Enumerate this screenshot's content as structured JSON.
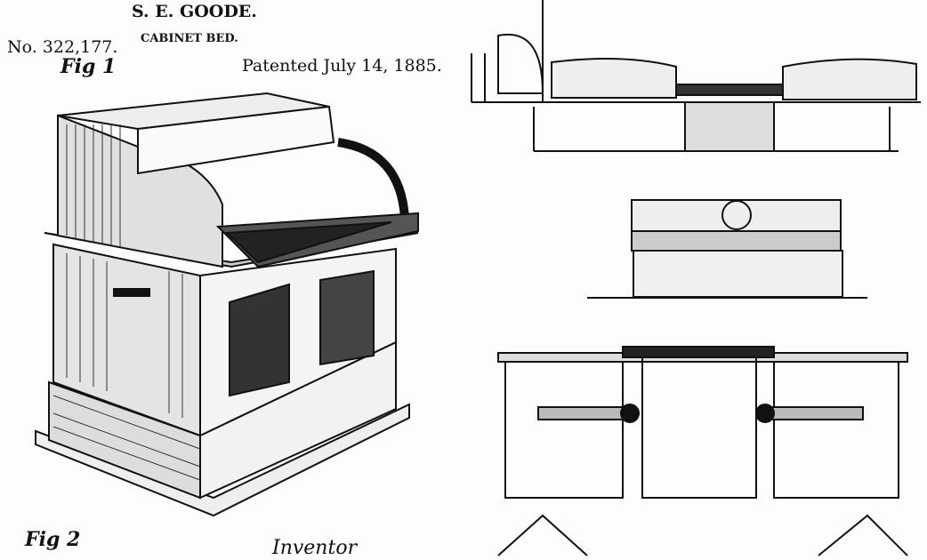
{
  "header": {
    "inventor": "S. E. GOODE.",
    "title": "CABINET BED.",
    "number": "No. 322,177.",
    "date": "Patented July 14, 1885."
  },
  "figures": {
    "fig1": "Fig 1",
    "fig2": "Fig 2"
  },
  "footer": {
    "inventor_label": "Inventor"
  }
}
